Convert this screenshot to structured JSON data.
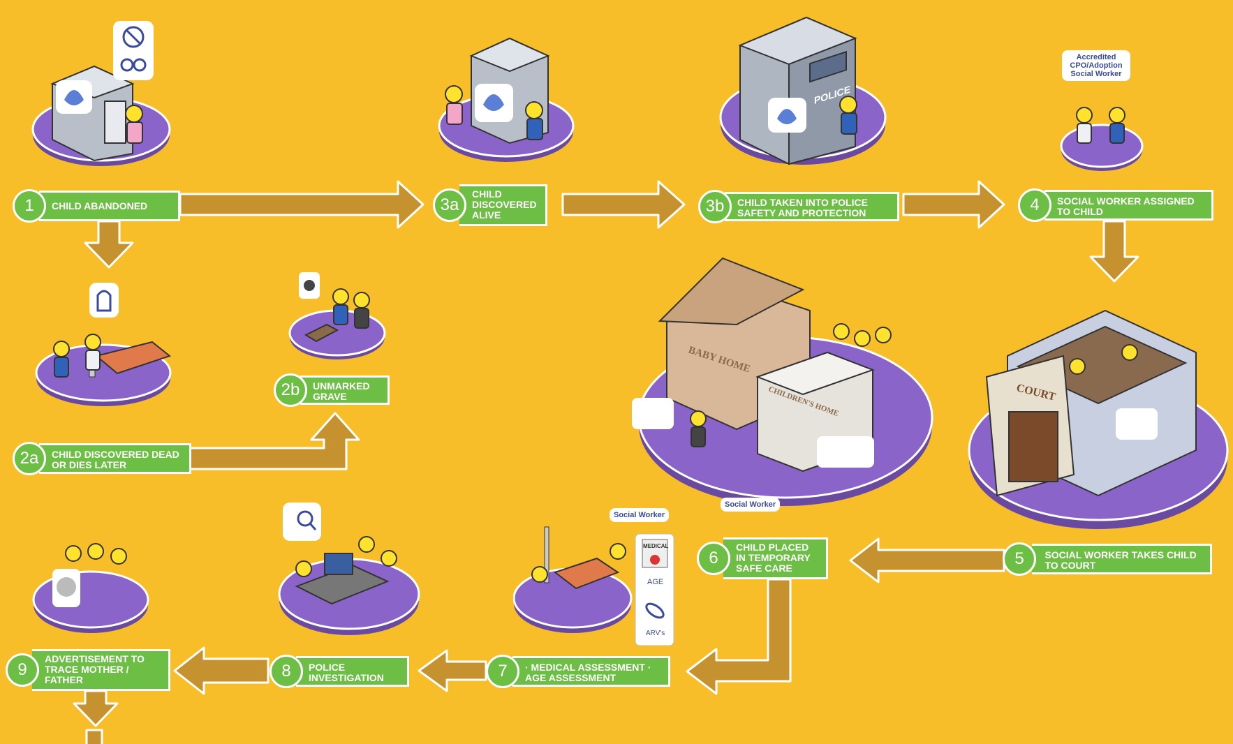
{
  "steps": {
    "s1": {
      "num": "1",
      "label": "CHILD ABANDONED"
    },
    "s3a": {
      "num": "3a",
      "label": "CHILD DISCOVERED ALIVE"
    },
    "s3b": {
      "num": "3b",
      "label": "CHILD TAKEN INTO POLICE SAFETY AND PROTECTION"
    },
    "s4": {
      "num": "4",
      "label": "SOCIAL WORKER ASSIGNED TO CHILD"
    },
    "s2a": {
      "num": "2a",
      "label": "CHILD DISCOVERED DEAD OR DIES LATER"
    },
    "s2b": {
      "num": "2b",
      "label": "UNMARKED GRAVE"
    },
    "s5": {
      "num": "5",
      "label": "SOCIAL WORKER TAKES CHILD TO COURT"
    },
    "s6": {
      "num": "6",
      "label": "CHILD PLACED IN TEMPORARY SAFE CARE"
    },
    "s7": {
      "num": "7",
      "label": "· MEDICAL ASSESSMENT · AGE ASSESSMENT"
    },
    "s8": {
      "num": "8",
      "label": "POLICE INVESTIGATION"
    },
    "s9": {
      "num": "9",
      "label": "ADVERTISEMENT TO TRACE MOTHER / FATHER"
    }
  },
  "callouts": {
    "accredited": "Accredited CPO/Adoption Social Worker",
    "social_worker_home": "Social Worker",
    "social_worker_medical": "Social Worker",
    "medical": "MEDICAL",
    "age": "AGE",
    "arvs": "ARV's",
    "police_sign": "POLICE",
    "court_sign": "COURT",
    "baby_home_sign": "BABY HOME",
    "childrens_home_sign": "CHILDREN'S HOME"
  },
  "colors": {
    "background": "#F8BE2A",
    "step_green": "#6DBE45",
    "arrow": "#C6922F",
    "platform": "#8A64C8"
  }
}
